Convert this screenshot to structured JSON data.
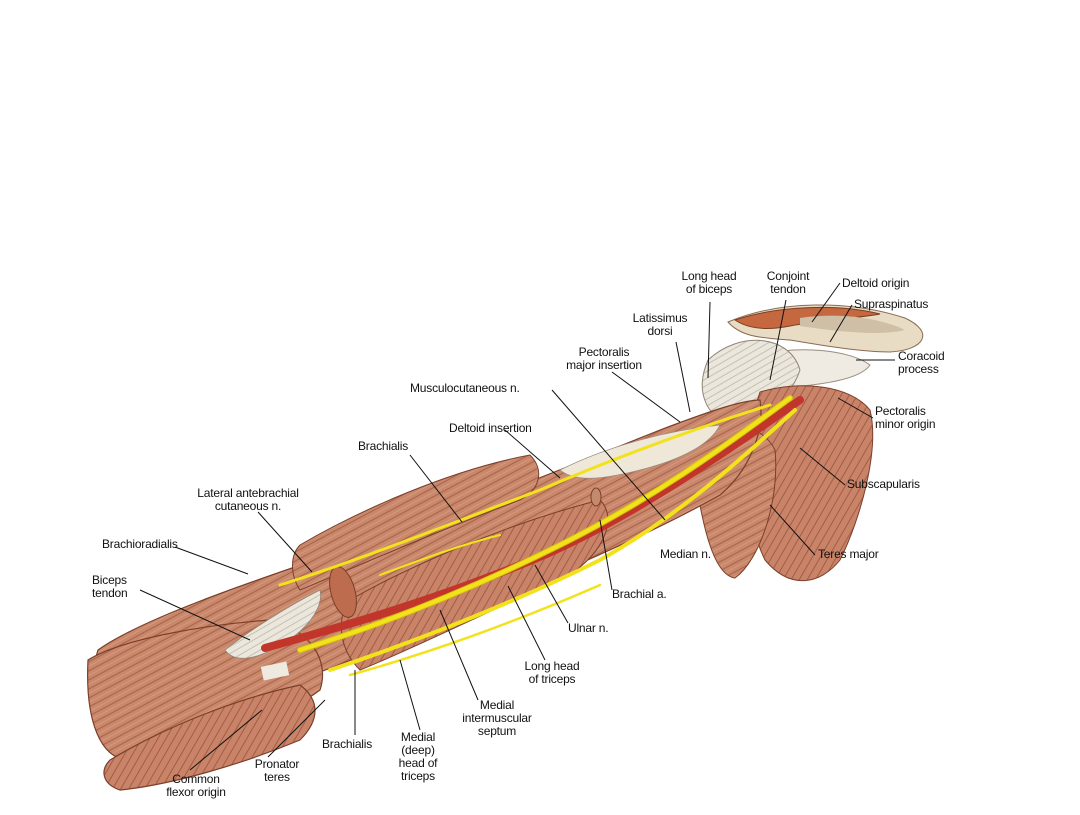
{
  "labels": {
    "long_head_biceps": "Long head\nof biceps",
    "conjoint_tendon": "Conjoint\ntendon",
    "deltoid_origin": "Deltoid origin",
    "supraspinatus": "Supraspinatus",
    "latissimus_dorsi": "Latissimus\ndorsi",
    "pectoralis_major_insertion": "Pectoralis\nmajor insertion",
    "coracoid_process": "Coracoid\nprocess",
    "musculocutaneous_n": "Musculocutaneous n.",
    "pectoralis_minor_origin": "Pectoralis\nminor origin",
    "deltoid_insertion": "Deltoid insertion",
    "brachialis_top": "Brachialis",
    "subscapularis": "Subscapularis",
    "lateral_antebrachial": "Lateral antebrachial\ncutaneous n.",
    "brachioradialis": "Brachioradialis",
    "median_n": "Median n.",
    "teres_major": "Teres major",
    "biceps_tendon": "Biceps\ntendon",
    "brachial_a": "Brachial a.",
    "ulnar_n": "Ulnar n.",
    "long_head_triceps": "Long head\nof triceps",
    "medial_intermuscular_septum": "Medial\nintermuscular\nseptum",
    "brachialis_bottom": "Brachialis",
    "medial_deep_head_triceps": "Medial\n(deep)\nhead of\ntriceps",
    "pronator_teres": "Pronator\nteres",
    "common_flexor_origin": "Common\nflexor origin"
  },
  "colors": {
    "muscle": "#c9876b",
    "muscle_dark": "#a45f45",
    "tendon": "#ece6d8",
    "nerve": "#f2e21c",
    "artery": "#c2352a",
    "bone": "#f1e7d4",
    "leader": "#111111"
  }
}
